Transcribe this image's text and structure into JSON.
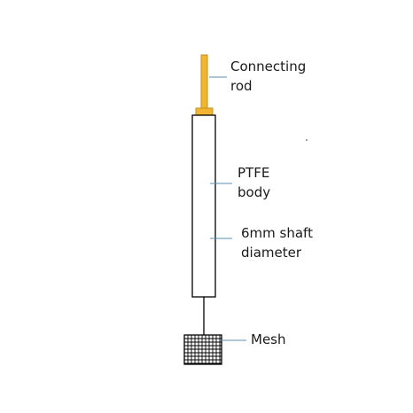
{
  "labels": {
    "connecting_rod": {
      "line1": "Connecting",
      "line2": "rod"
    },
    "ptfe_body": {
      "line1": "PTFE",
      "line2": "body"
    },
    "shaft_diameter": {
      "line1": "6mm shaft",
      "line2": "diameter"
    },
    "mesh": {
      "line1": "Mesh"
    }
  },
  "colors": {
    "rod_fill": "#f2b531",
    "rod_stroke": "#c7901a",
    "outline": "#000000",
    "leader_line": "#5b8fb0",
    "mesh_fill": "#ffffff"
  }
}
